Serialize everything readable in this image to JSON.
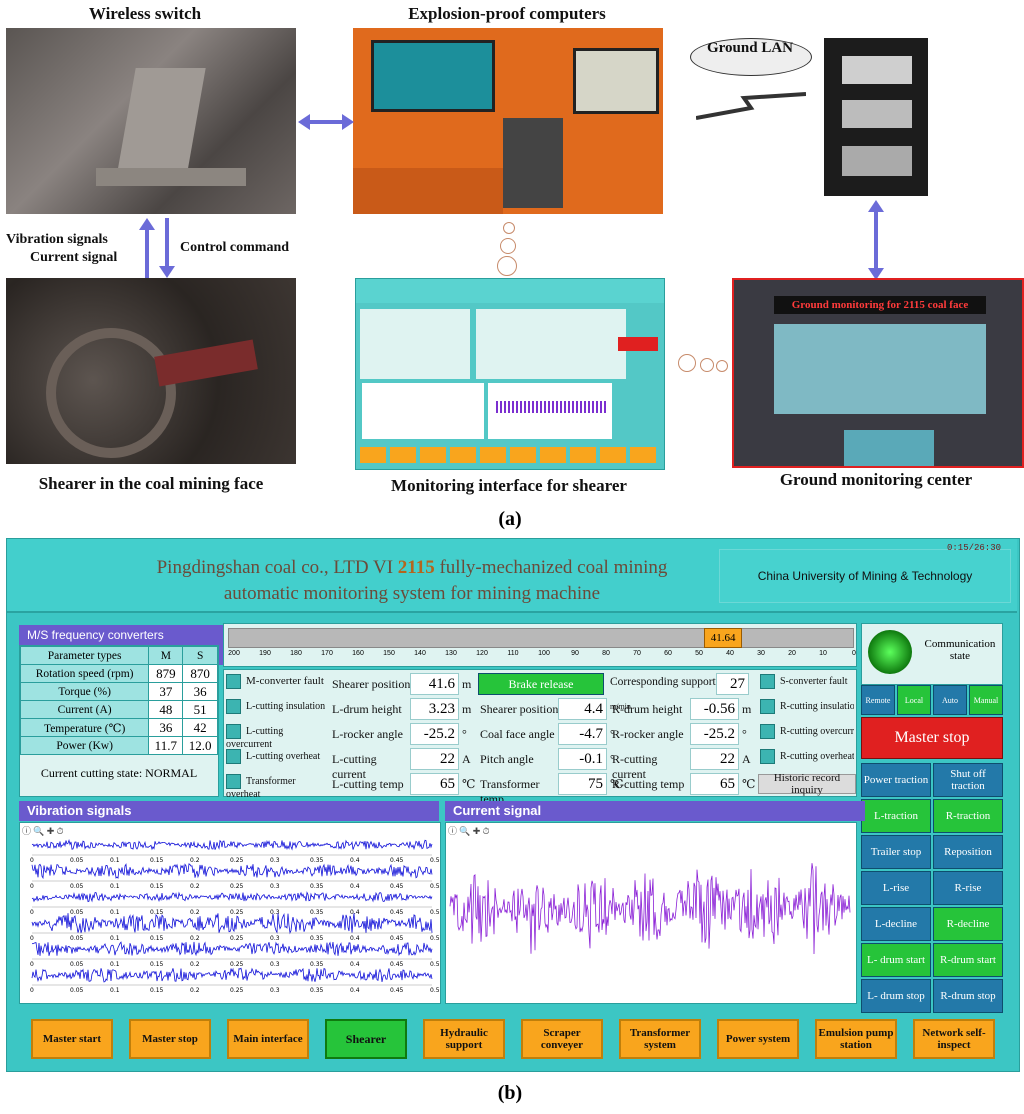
{
  "figure": {
    "label_a": "(a)",
    "label_b": "(b)",
    "captions": {
      "wireless_switch": "Wireless switch",
      "explosion_proof": "Explosion-proof computers",
      "ground_lan": "Ground LAN",
      "vibration_signals": "Vibration signals",
      "current_signal": "Current signal",
      "control_command": "Control command",
      "shearer_face": "Shearer in the coal mining face",
      "monitoring_interface": "Monitoring interface for shearer",
      "ground_center": "Ground monitoring center",
      "ground_screen": "Ground monitoring for 2115 coal face"
    }
  },
  "header": {
    "title_pre": "Pingdingshan coal co., LTD VI",
    "title_num": "2115",
    "title_post": "fully-mechanized coal mining",
    "title_line2": "automatic monitoring system for mining machine",
    "university": "China University of Mining & Technology",
    "clock": "0:15/26:30"
  },
  "converter": {
    "title": "M/S frequency converters parameters",
    "columns": [
      "Parameter types",
      "M",
      "S"
    ],
    "rows": [
      [
        "Rotation speed (rpm)",
        "879",
        "870"
      ],
      [
        "Torque (%)",
        "37",
        "36"
      ],
      [
        "Current (A)",
        "48",
        "51"
      ],
      [
        "Temperature (℃)",
        "36",
        "42"
      ],
      [
        "Power (Kw)",
        "11.7",
        "12.0"
      ]
    ],
    "state": "Current cutting state: NORMAL"
  },
  "scale": {
    "value": "41.64",
    "value_num": 41.64,
    "ticks": [
      "200",
      "190",
      "180",
      "170",
      "160",
      "150",
      "140",
      "130",
      "120",
      "110",
      "100",
      "90",
      "80",
      "70",
      "60",
      "50",
      "40",
      "30",
      "20",
      "10",
      "0"
    ]
  },
  "faults_left": [
    "M-converter fault",
    "L-cutting insulation",
    "L-cutting overcurrent",
    "L-cutting overheat",
    "Transformer overheat"
  ],
  "params_left": [
    {
      "label": "Shearer position",
      "value": "41.6",
      "unit": "m"
    },
    {
      "label": "L-drum height",
      "value": "3.23",
      "unit": "m"
    },
    {
      "label": "L-rocker angle",
      "value": "-25.2",
      "unit": "°"
    },
    {
      "label": "L-cutting current",
      "value": "22",
      "unit": "A"
    },
    {
      "label": "L-cutting temp",
      "value": "65",
      "unit": "℃"
    }
  ],
  "brake": "Brake release",
  "params_mid": [
    {
      "label": "Shearer position",
      "value": "4.4",
      "unit": "m/min"
    },
    {
      "label": "Coal face angle",
      "value": "-4.7",
      "unit": "°"
    },
    {
      "label": "Pitch angle",
      "value": "-0.1",
      "unit": "°"
    },
    {
      "label": "Transformer temp",
      "value": "75",
      "unit": "℃"
    }
  ],
  "support": {
    "label": "Corresponding support",
    "value": "27"
  },
  "params_right": [
    {
      "label": "R-drum height",
      "value": "-0.56",
      "unit": "m"
    },
    {
      "label": "R-rocker angle",
      "value": "-25.2",
      "unit": "°"
    },
    {
      "label": "R-cutting current",
      "value": "22",
      "unit": "A"
    },
    {
      "label": "R-cutting temp",
      "value": "65",
      "unit": "℃"
    }
  ],
  "faults_right": [
    "S-converter fault",
    "R-cutting insulation",
    "R-cutting overcurrent",
    "R-cutting overheat"
  ],
  "history": "Historic record inquiry",
  "comm": "Communication state",
  "modes": [
    "Remote",
    "Local",
    "Auto",
    "Manual"
  ],
  "master_stop": "Master stop",
  "controls": [
    [
      "Power traction",
      "Shut off traction"
    ],
    [
      "L-traction",
      "R-traction"
    ],
    [
      "Trailer stop",
      "Reposition"
    ],
    [
      "L-rise",
      "R-rise"
    ],
    [
      "L-decline",
      "R-decline"
    ],
    [
      "L- drum start",
      "R-drum start"
    ],
    [
      "L- drum stop",
      "R-drum stop"
    ]
  ],
  "vibration": {
    "title": "Vibration signals",
    "ticks": [
      "0",
      "0.05",
      "0.1",
      "0.15",
      "0.2",
      "0.25",
      "0.3",
      "0.35",
      "0.4",
      "0.45",
      "0.5"
    ]
  },
  "current": {
    "title": "Current signal"
  },
  "nav": [
    "Master start",
    "Master stop",
    "Main interface",
    "Shearer",
    "Hydraulic support",
    "Scraper conveyer",
    "Transformer system",
    "Power system",
    "Emulsion pump station",
    "Network self-inspect"
  ],
  "colors": {
    "panel": "#3cc6c4",
    "nav": "#f9a51d",
    "active": "#26c43a",
    "blue": "#2379a9",
    "stop": "#e02020",
    "purple_title": "#6a5acd"
  }
}
